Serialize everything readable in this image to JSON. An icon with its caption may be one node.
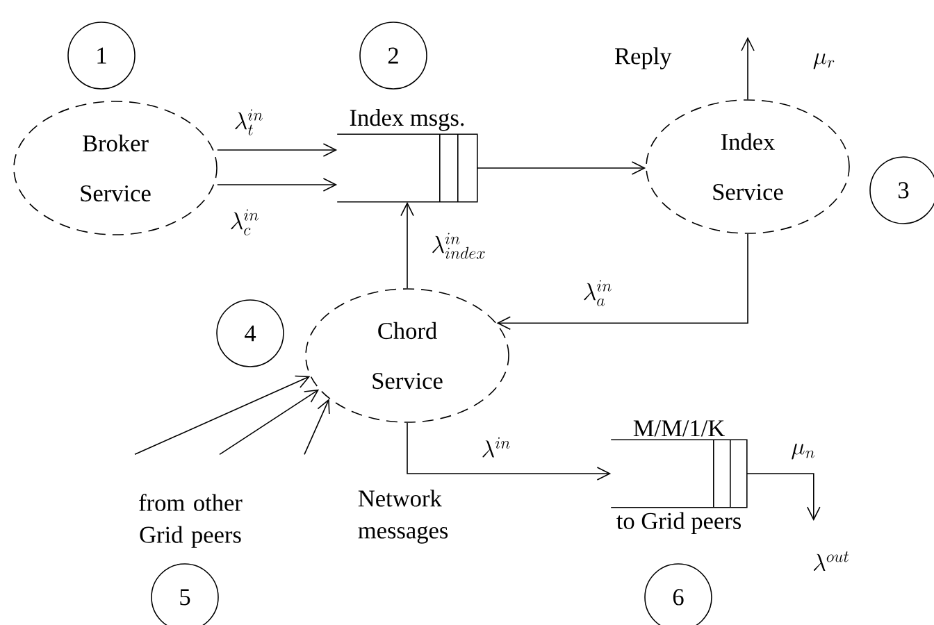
{
  "diagram": {
    "nodes": [
      {
        "text": [
          "Broker Service"
        ]
      },
      {
        "text": [
          "Index msgs."
        ]
      },
      {
        "text": [
          "Index Service"
        ]
      },
      {
        "text": [
          "Chord Service"
        ]
      },
      {
        "text": [
          "from other Grid peers"
        ]
      },
      {
        "text": [
          "M/M/1/K",
          "to Grid peers"
        ]
      },
      {
        "text": [
          "1"
        ]
      },
      {
        "text": [
          "2"
        ]
      },
      {
        "text": [
          "3"
        ]
      },
      {
        "text": [
          "4"
        ]
      },
      {
        "text": [
          "5"
        ]
      },
      {
        "text": [
          "6"
        ]
      }
    ],
    "edges": [
      {
        "from": 0,
        "to": 1,
        "arrow": "to",
        "label": "\\lambda_t^{in}"
      },
      {
        "from": 0,
        "to": 1,
        "arrow": "to",
        "label": "\\lambda_c^{in}"
      },
      {
        "from": 1,
        "to": 2,
        "arrow": "to"
      },
      {
        "from": 2,
        "to": 3,
        "arrow": "to",
        "label": "\\lambda_a^{in}"
      },
      {
        "from": 3,
        "to": 1,
        "arrow": "to",
        "label": "\\lambda_{index}^{in}"
      },
      {
        "from": 4,
        "to": 3,
        "arrow": "to"
      },
      {
        "from": 4,
        "to": 3,
        "arrow": "to"
      },
      {
        "from": 4,
        "to": 3,
        "arrow": "to"
      },
      {
        "from": 3,
        "to": 5,
        "arrow": "to",
        "label": "\\lambda^{in}"
      },
      {
        "from": 2,
        "to": null,
        "arrow": "to"
      },
      {
        "from": 5,
        "to": null,
        "arrow": "to"
      }
    ],
    "labels": [
      "Reply",
      "\\mu_r",
      "\\mu_n",
      "Network messages",
      "\\lambda^{out}"
    ]
  }
}
